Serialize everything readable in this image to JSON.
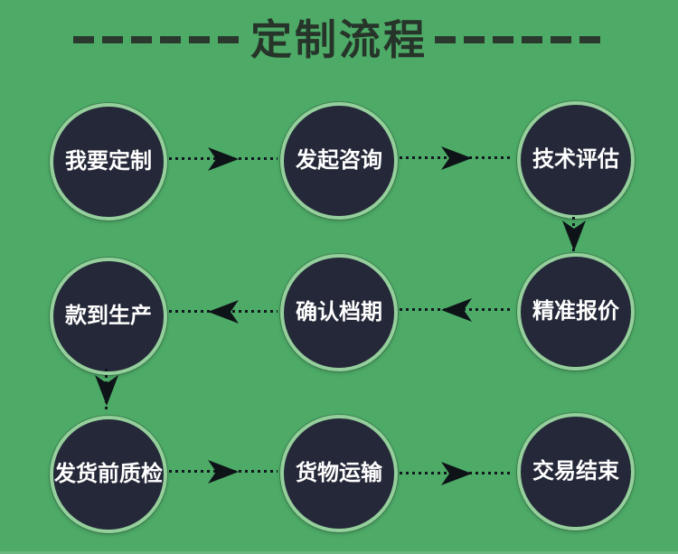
{
  "title": {
    "text": "定制流程"
  },
  "colors": {
    "background": "#4dab67",
    "node_fill": "#242838",
    "node_ring": "#94cf9c",
    "node_text": "#ffffff",
    "title_text": "#27342a",
    "arrow": "#12171e"
  },
  "nodes": [
    {
      "label": "我要定制"
    },
    {
      "label": "发起咨询"
    },
    {
      "label": "技术评估"
    },
    {
      "label": "款到生产"
    },
    {
      "label": "确认档期"
    },
    {
      "label": "精准报价"
    },
    {
      "label": "发货前质检"
    },
    {
      "label": "货物运输"
    },
    {
      "label": "交易结束"
    }
  ],
  "connectors": [
    {
      "from": "我要定制",
      "to": "发起咨询",
      "direction": "right"
    },
    {
      "from": "发起咨询",
      "to": "技术评估",
      "direction": "right"
    },
    {
      "from": "技术评估",
      "to": "精准报价",
      "direction": "down"
    },
    {
      "from": "精准报价",
      "to": "确认档期",
      "direction": "left"
    },
    {
      "from": "确认档期",
      "to": "款到生产",
      "direction": "left"
    },
    {
      "from": "款到生产",
      "to": "发货前质检",
      "direction": "down"
    },
    {
      "from": "发货前质检",
      "to": "货物运输",
      "direction": "right"
    },
    {
      "from": "货物运输",
      "to": "交易结束",
      "direction": "right"
    }
  ]
}
